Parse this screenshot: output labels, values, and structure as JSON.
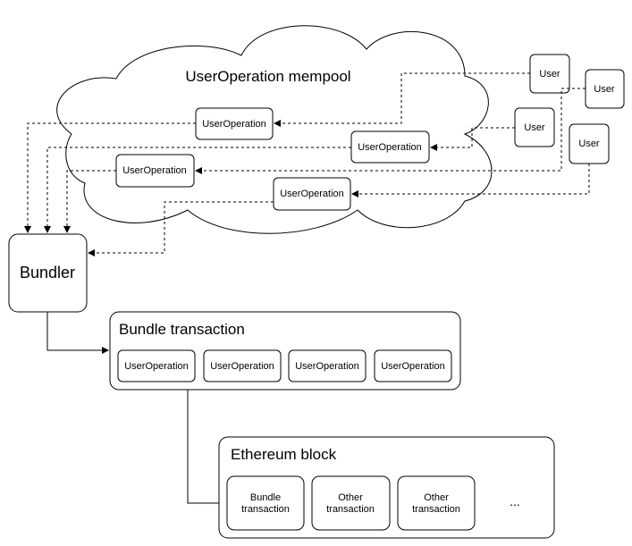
{
  "cloud": {
    "title": "UserOperation mempool"
  },
  "users": [
    "User",
    "User",
    "User",
    "User"
  ],
  "mempool_ops": [
    "UserOperation",
    "UserOperation",
    "UserOperation",
    "UserOperation"
  ],
  "bundler": {
    "label": "Bundler"
  },
  "bundle_transaction": {
    "title": "Bundle transaction",
    "ops": [
      "UserOperation",
      "UserOperation",
      "UserOperation",
      "UserOperation"
    ]
  },
  "ethereum_block": {
    "title": "Ethereum block",
    "items": [
      [
        "Bundle",
        "transaction"
      ],
      [
        "Other",
        "transaction"
      ],
      [
        "Other",
        "transaction"
      ]
    ],
    "ellipsis": "..."
  }
}
